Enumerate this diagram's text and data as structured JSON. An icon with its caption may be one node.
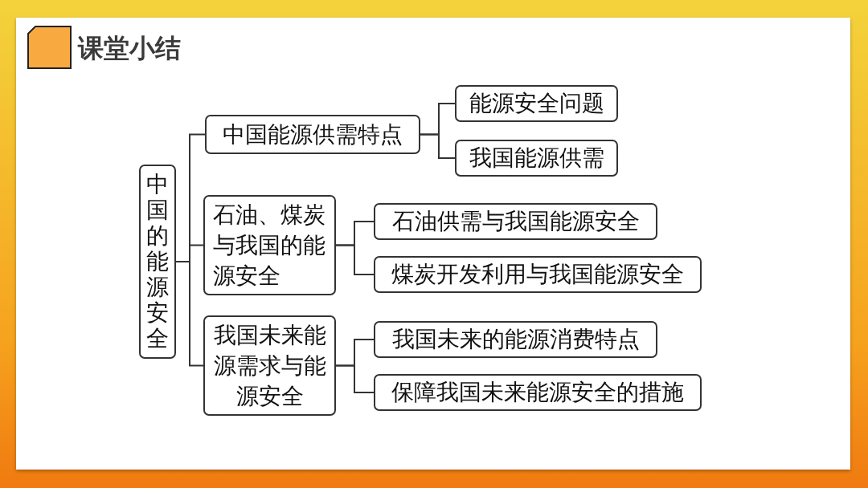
{
  "diagram": {
    "title": "课堂小结",
    "nodes": [
      {
        "text": [
          "中国的能源安全"
        ]
      },
      {
        "text": [
          "中国能源供需特点"
        ]
      },
      {
        "text": [
          "能源安全问题"
        ]
      },
      {
        "text": [
          "我国能源供需"
        ]
      },
      {
        "text": [
          "石油、煤炭与我国的能源安全"
        ]
      },
      {
        "text": [
          "石油供需与我国能源安全"
        ]
      },
      {
        "text": [
          "煤炭开发利用与我国能源安全"
        ]
      },
      {
        "text": [
          "我国未来能源需求与能源安全"
        ]
      },
      {
        "text": [
          "我国未来的能源消费特点"
        ]
      },
      {
        "text": [
          "保障我国未来能源安全的措施"
        ]
      }
    ],
    "edges": [
      {
        "from": 0,
        "to": 1,
        "arrow": "none"
      },
      {
        "from": 0,
        "to": 4,
        "arrow": "none"
      },
      {
        "from": 0,
        "to": 7,
        "arrow": "none"
      },
      {
        "from": 1,
        "to": 2,
        "arrow": "none"
      },
      {
        "from": 1,
        "to": 3,
        "arrow": "none"
      },
      {
        "from": 4,
        "to": 5,
        "arrow": "none"
      },
      {
        "from": 4,
        "to": 6,
        "arrow": "none"
      },
      {
        "from": 7,
        "to": 8,
        "arrow": "none"
      },
      {
        "from": 7,
        "to": 9,
        "arrow": "none"
      }
    ]
  }
}
